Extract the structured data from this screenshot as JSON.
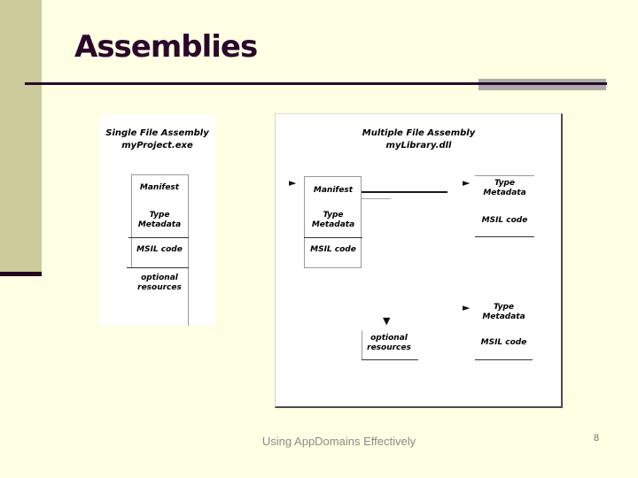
{
  "slide": {
    "title": "Assemblies",
    "footer": "Using AppDomains Effectively",
    "page_number": "8"
  },
  "colors": {
    "background": "#FFFFE3",
    "sidebar_strip": "#CBCB9B",
    "accent_purple": "#2B082B",
    "rule_gray": "#ACACAC",
    "box_border_gray": "#999999",
    "divider_dark": "#333333",
    "footer_text": "#8A8A8A"
  },
  "single_file": {
    "title_line1": "Single File Assembly",
    "title_line2": "myProject.exe",
    "sections": [
      "Manifest",
      "Type\nMetadata",
      "MSIL code",
      "optional\nresources"
    ]
  },
  "multiple_file": {
    "title_line1": "Multiple File Assembly",
    "title_line2": "myLibrary.dll",
    "manifest_stack": [
      "Manifest",
      "Type\nMetadata",
      "MSIL code"
    ],
    "module_top": [
      "Type\nMetadata",
      "MSIL code"
    ],
    "module_bottom": [
      "Type\nMetadata",
      "MSIL code"
    ],
    "resources_label": "optional\nresources"
  },
  "icons": {
    "arrow_right": "►",
    "arrow_down": "▼"
  }
}
